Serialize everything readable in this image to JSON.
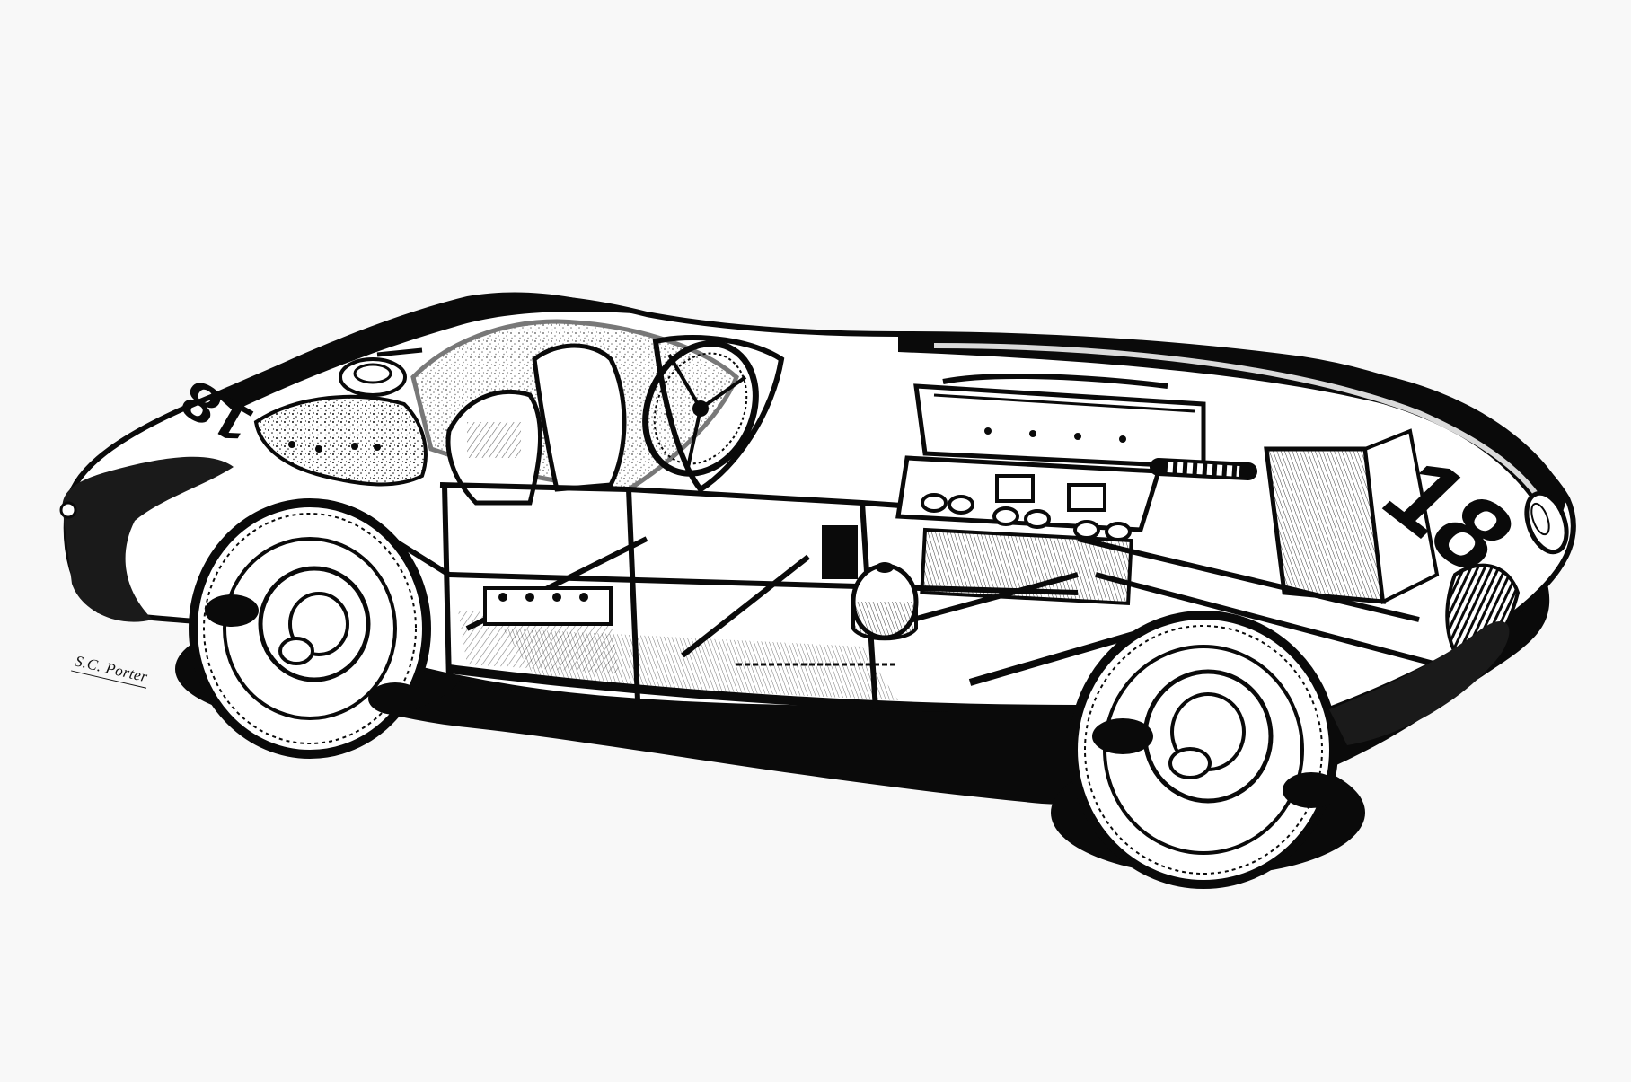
{
  "artwork": {
    "type": "technical cutaway illustration",
    "subject": "1950s open-cockpit sports racing car",
    "style": "black ink on white",
    "race_number": "18",
    "signature": "S.C. Porter",
    "colors": {
      "background": "#f8f8f8",
      "ink": "#0a0a0a",
      "paper_white": "#ffffff",
      "stipple_gray": "#9a9a9a"
    },
    "components": [
      "bodywork-shell",
      "fuel-tank",
      "fuel-filler-cap",
      "tubular-spaceframe",
      "driver-seat",
      "steering-wheel",
      "windscreen",
      "straight-six-engine",
      "triple-carburettors",
      "radiator",
      "front-grille",
      "headlamp",
      "rear-wheel",
      "front-wheel",
      "drum-brakes",
      "battery",
      "ground-shadow"
    ]
  }
}
